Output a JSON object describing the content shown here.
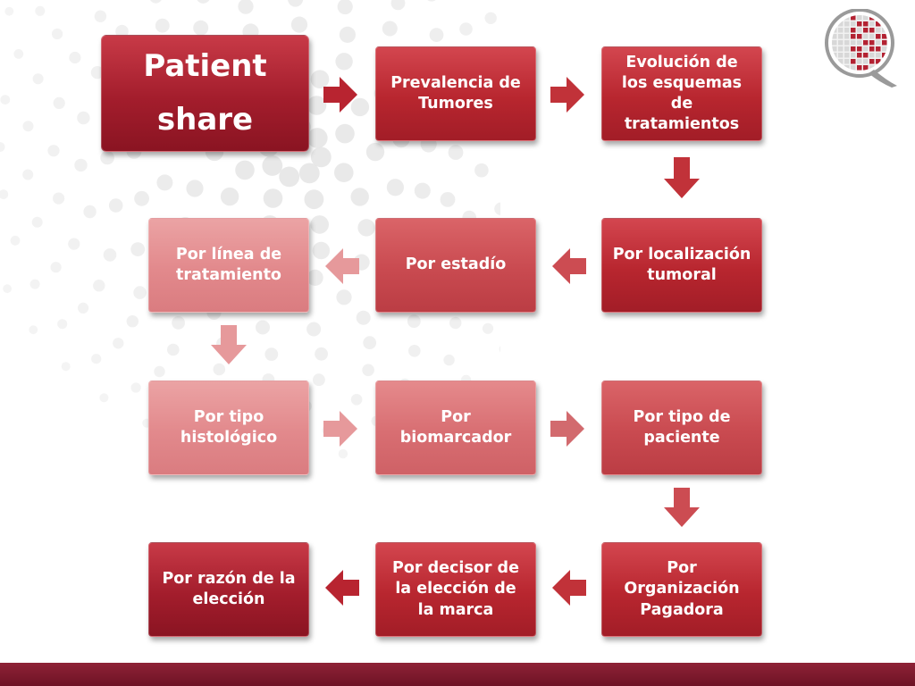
{
  "title_box": {
    "line1": "Patient",
    "line2": "share"
  },
  "boxes": {
    "prevalencia": "Prevalencia de Tumores",
    "evolucion": "Evolución de los esquemas de tratamientos",
    "localizacion": "Por localización tumoral",
    "estadio": "Por estadío",
    "linea": "Por  línea de tratamiento",
    "histologico": "Por tipo histológico",
    "biomarcador": "Por biomarcador",
    "paciente": "Por  tipo de paciente",
    "organizacion": "Por Organización Pagadora",
    "decisor": "Por decisor de la elección de la marca",
    "razon": "Por  razón de la elección"
  },
  "colors": {
    "footer": "#7d1a2d",
    "arrow_dark": "#b82430",
    "arrow_mid": "#cc4c52",
    "arrow_light": "#e6999b"
  },
  "icons": {
    "logo": "globe-q-logo"
  }
}
